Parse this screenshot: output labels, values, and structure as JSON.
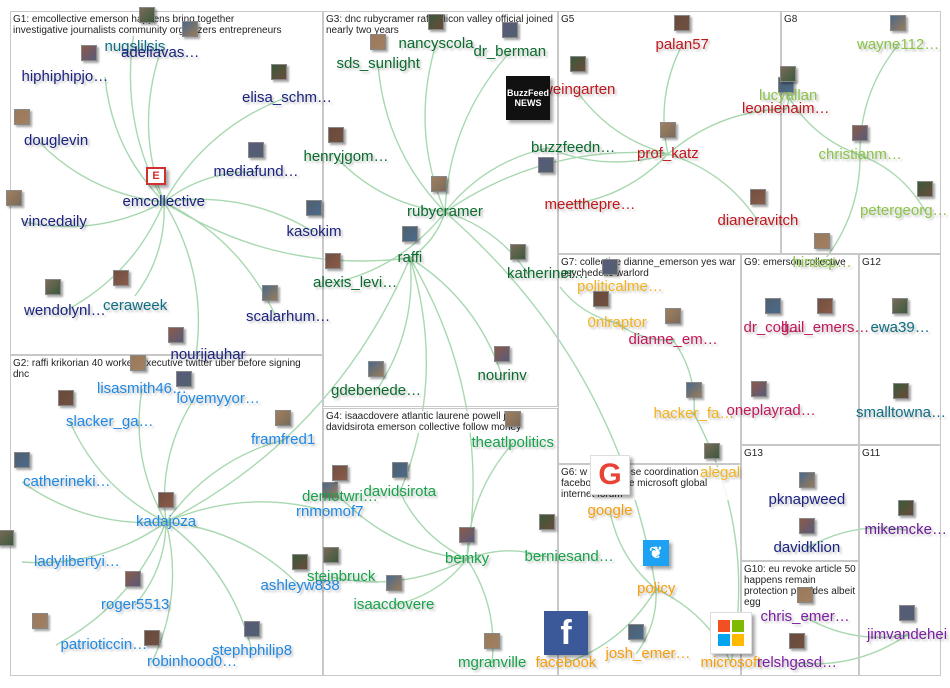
{
  "groups": [
    {
      "id": "G1",
      "title": "G1: emcollective emerson happens bring together investigative journalists community organizers entrepreneurs"
    },
    {
      "id": "G2",
      "title": "G2: raffi krikorian 40 worked executive twitter uber before signing dnc"
    },
    {
      "id": "G3",
      "title": "G3: dnc rubycramer raffi silicon valley official joined nearly two years"
    },
    {
      "id": "G4",
      "title": "G4: isaacdovere atlantic laurene powell jobs davidsirota emerson collective follow money"
    },
    {
      "id": "G5",
      "title": "G5"
    },
    {
      "id": "G6",
      "title": "G6: w we've close coordination facebook google microsoft global internet forum"
    },
    {
      "id": "G7",
      "title": "G7: collective dianne_emerson yes war psychedelic warlord"
    },
    {
      "id": "G8",
      "title": "G8"
    },
    {
      "id": "G9",
      "title": "G9: emerson collective"
    },
    {
      "id": "G10",
      "title": "G10: eu revoke article 50 happens remain protection provides albeit egg"
    },
    {
      "id": "G11",
      "title": "G11"
    },
    {
      "id": "G12",
      "title": "G12"
    },
    {
      "id": "G13",
      "title": "G13"
    }
  ],
  "colors": {
    "G1": "#1a237e",
    "G2": "#1e88e5",
    "G3": "#0b6b2e",
    "G4": "#16a34a",
    "G5": "#c0161c",
    "G6": "#f59e0b",
    "G7": "#f2b41e",
    "G8": "#8bc34a",
    "G9": "#c2185b",
    "G10": "#7b1fa2",
    "G11": "#6a1b9a",
    "G12": "#0e6e82",
    "G13": "#1a237e",
    "edge": "#a8d8b0"
  },
  "nodes": [
    {
      "label": "nugslilsis",
      "group": "G12",
      "icon": "photo"
    },
    {
      "label": "adeliavas…",
      "group": "G1",
      "icon": "photo"
    },
    {
      "label": "hiphiphipjo…",
      "group": "G1",
      "icon": "photo"
    },
    {
      "label": "elisa_schm…",
      "group": "G1",
      "icon": "photo"
    },
    {
      "label": "douglevin",
      "group": "G1",
      "icon": "photo"
    },
    {
      "label": "mediafund…",
      "group": "G1",
      "icon": "photo"
    },
    {
      "label": "emcollective",
      "group": "G1",
      "icon": "emc-logo"
    },
    {
      "label": "vincedaily",
      "group": "G1",
      "icon": "photo"
    },
    {
      "label": "kasokim",
      "group": "G1",
      "icon": "photo"
    },
    {
      "label": "ceraweek",
      "group": "G12",
      "icon": "photo"
    },
    {
      "label": "wendolynl…",
      "group": "G1",
      "icon": "photo"
    },
    {
      "label": "scalarhum…",
      "group": "G1",
      "icon": "photo"
    },
    {
      "label": "nourijauhar",
      "group": "G1",
      "icon": "photo"
    },
    {
      "label": "nancyscola",
      "group": "G3",
      "icon": "photo"
    },
    {
      "label": "sds_sunlight",
      "group": "G3",
      "icon": "photo"
    },
    {
      "label": "dr_berman",
      "group": "G3",
      "icon": "photo"
    },
    {
      "label": "henryjgom…",
      "group": "G3",
      "icon": "photo"
    },
    {
      "label": "rubycramer",
      "group": "G3",
      "icon": "photo"
    },
    {
      "label": "raffi",
      "group": "G3",
      "icon": "photo"
    },
    {
      "label": "alexis_levi…",
      "group": "G3",
      "icon": "photo"
    },
    {
      "label": "katheriner…",
      "group": "G3",
      "icon": "photo"
    },
    {
      "label": "gdebenede…",
      "group": "G3",
      "icon": "photo"
    },
    {
      "label": "nourinv",
      "group": "G3",
      "icon": "photo"
    },
    {
      "label": "rweingarten",
      "group": "G5",
      "icon": "photo"
    },
    {
      "label": "buzzfeedn…",
      "group": "G3",
      "icon": "buzzfeed-logo"
    },
    {
      "label": "meetthepre…",
      "group": "G5",
      "icon": "photo"
    },
    {
      "label": "palan57",
      "group": "G5",
      "icon": "photo"
    },
    {
      "label": "prof_katz",
      "group": "G5",
      "icon": "photo"
    },
    {
      "label": "leonienaim…",
      "group": "G5",
      "icon": "photo"
    },
    {
      "label": "dianeravitch",
      "group": "G5",
      "icon": "photo"
    },
    {
      "label": "lucyallan",
      "group": "G8",
      "icon": "photo"
    },
    {
      "label": "wayne112…",
      "group": "G8",
      "icon": "photo"
    },
    {
      "label": "christianm…",
      "group": "G8",
      "icon": "photo"
    },
    {
      "label": "petergeorg…",
      "group": "G8",
      "icon": "photo"
    },
    {
      "label": "hinasp…",
      "group": "G8",
      "icon": "photo"
    },
    {
      "label": "politicalme…",
      "group": "G7",
      "icon": "photo"
    },
    {
      "label": "0nlraptor",
      "group": "G7",
      "icon": "photo"
    },
    {
      "label": "dianne_em…",
      "group": "G9",
      "icon": "photo"
    },
    {
      "label": "dr_coll…",
      "group": "G9",
      "icon": "photo"
    },
    {
      "label": "gail_emers…",
      "group": "G9",
      "icon": "photo"
    },
    {
      "label": "ewa39…",
      "group": "G12",
      "icon": "photo"
    },
    {
      "label": "hacker_fa…",
      "group": "G7",
      "icon": "photo"
    },
    {
      "label": "oneplayrad…",
      "group": "G9",
      "icon": "photo"
    },
    {
      "label": "smalltowna…",
      "group": "G12",
      "icon": "photo"
    },
    {
      "label": "lisasmith46…",
      "group": "G2",
      "icon": "photo"
    },
    {
      "label": "lovemyyor…",
      "group": "G2",
      "icon": "photo"
    },
    {
      "label": "slacker_ga…",
      "group": "G2",
      "icon": "photo"
    },
    {
      "label": "framfred1",
      "group": "G2",
      "icon": "photo"
    },
    {
      "label": "catherineki…",
      "group": "G2",
      "icon": "photo"
    },
    {
      "label": "kadajoza",
      "group": "G2",
      "icon": "photo"
    },
    {
      "label": "ladylibertyi…",
      "group": "G2",
      "icon": "photo"
    },
    {
      "label": "rnmomof7",
      "group": "G2",
      "icon": "photo"
    },
    {
      "label": "roger5513",
      "group": "G2",
      "icon": "photo"
    },
    {
      "label": "ashleyw838",
      "group": "G2",
      "icon": "photo"
    },
    {
      "label": "patrioticcin…",
      "group": "G2",
      "icon": "photo"
    },
    {
      "label": "stephphilip8",
      "group": "G2",
      "icon": "photo"
    },
    {
      "label": "robinhood0…",
      "group": "G2",
      "icon": "photo"
    },
    {
      "label": "theatlpolitics",
      "group": "G4",
      "icon": "photo"
    },
    {
      "label": "davidsirota",
      "group": "G4",
      "icon": "photo"
    },
    {
      "label": "demotwri…",
      "group": "G4",
      "icon": "photo"
    },
    {
      "label": "steinbruck",
      "group": "G4",
      "icon": "photo"
    },
    {
      "label": "isaacdovere",
      "group": "G4",
      "icon": "photo"
    },
    {
      "label": "bemky",
      "group": "G4",
      "icon": "photo"
    },
    {
      "label": "berniesand…",
      "group": "G4",
      "icon": "photo"
    },
    {
      "label": "mgranville",
      "group": "G4",
      "icon": "photo"
    },
    {
      "label": "google",
      "group": "G6",
      "icon": "google-logo"
    },
    {
      "label": "policy",
      "group": "G6",
      "icon": "twitter-logo"
    },
    {
      "label": "facebook",
      "group": "G6",
      "icon": "facebook-logo"
    },
    {
      "label": "josh_emer…",
      "group": "G6",
      "icon": "photo"
    },
    {
      "label": "microsoft",
      "group": "G6",
      "icon": "microsoft-logo"
    },
    {
      "label": "alegal",
      "group": "G7",
      "icon": "photo"
    },
    {
      "label": "pknapweed",
      "group": "G13",
      "icon": "photo"
    },
    {
      "label": "davidklion",
      "group": "G13",
      "icon": "photo"
    },
    {
      "label": "mikemcke…",
      "group": "G11",
      "icon": "photo"
    },
    {
      "label": "chris_emer…",
      "group": "G10",
      "icon": "photo"
    },
    {
      "label": "jimvandehei",
      "group": "G10",
      "icon": "photo"
    },
    {
      "label": "relshgasd…",
      "group": "G10",
      "icon": "photo"
    }
  ]
}
